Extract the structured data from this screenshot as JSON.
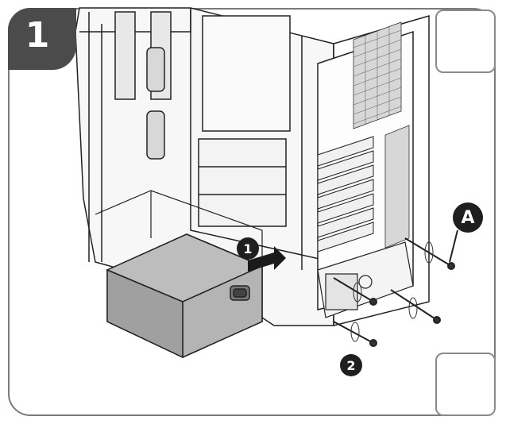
{
  "step": {
    "number": "1"
  },
  "callouts": {
    "a_label": "A",
    "one_label": "1",
    "two_label": "2"
  },
  "icons": {
    "top_right": "screw-icon",
    "bottom_right": "screwdriver-icon"
  },
  "colors": {
    "tab": "#4b4b4b",
    "frame": "#7a7a7a",
    "psu": "#a8a8a8",
    "line": "#222222"
  }
}
